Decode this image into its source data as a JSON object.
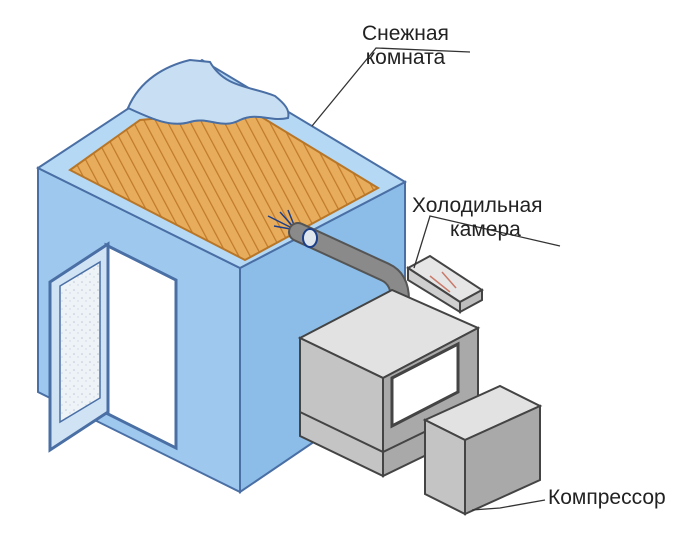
{
  "labels": {
    "snow_room": [
      "Снежная",
      "комната"
    ],
    "cold_chamber": [
      "Холодильная",
      "камера"
    ],
    "compressor": "Компрессор"
  },
  "colors": {
    "room_front": "#9ec8ee",
    "room_side": "#8bbde8",
    "room_top": "#b5d8f4",
    "room_outline": "#4a6fa5",
    "snow": "#c8dff3",
    "ceiling_panel": "#e3a24a",
    "machine_light": "#d6d6d6",
    "machine_mid": "#c0c0c0",
    "machine_dark": "#a9a9a9",
    "pipe": "#8a8a8a",
    "text": "#222222"
  }
}
